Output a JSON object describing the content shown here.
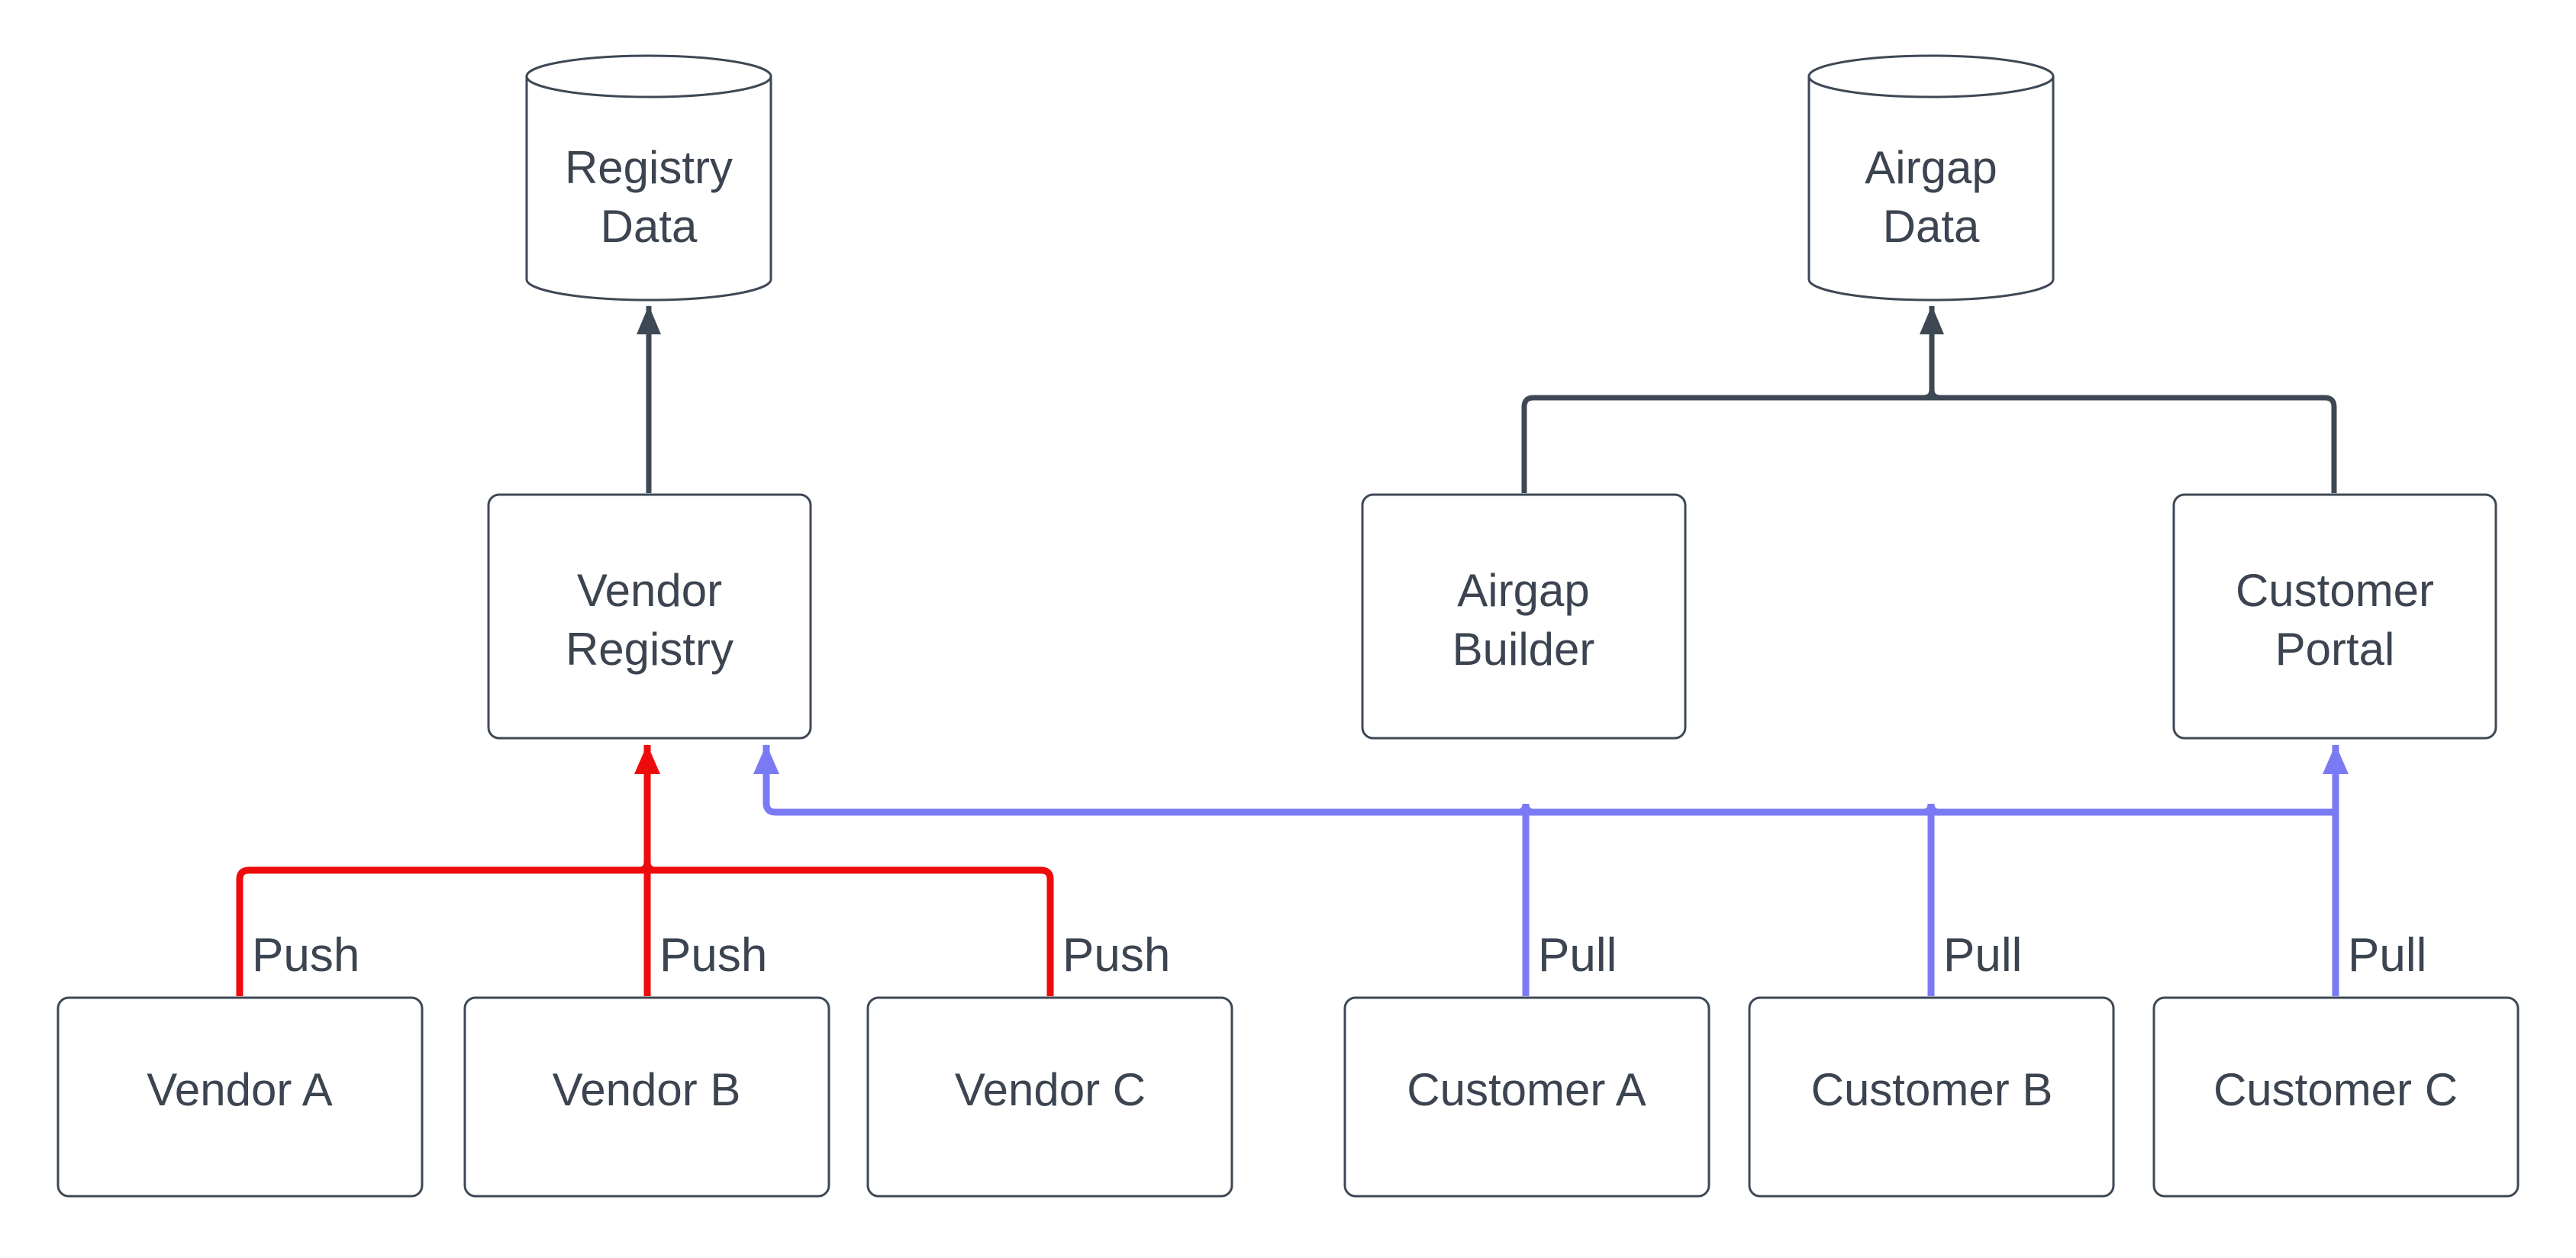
{
  "diagram": {
    "kind": "flowchart",
    "background": "#ffffff",
    "colors": {
      "node_border": "#3e4855",
      "text": "#3b4450",
      "dark_edge": "#3e4855",
      "push_edge": "#ee0b0b",
      "pull_edge": "#7b7af5"
    },
    "nodes": {
      "registry_data": {
        "shape": "cylinder",
        "line1": "Registry",
        "line2": "Data"
      },
      "airgap_data": {
        "shape": "cylinder",
        "line1": "Airgap",
        "line2": "Data"
      },
      "vendor_registry": {
        "shape": "rounded-rect",
        "line1": "Vendor",
        "line2": "Registry"
      },
      "airgap_builder": {
        "shape": "rounded-rect",
        "line1": "Airgap",
        "line2": "Builder"
      },
      "customer_portal": {
        "shape": "rounded-rect",
        "line1": "Customer",
        "line2": "Portal"
      },
      "vendor_a": {
        "shape": "rounded-rect",
        "label": "Vendor A"
      },
      "vendor_b": {
        "shape": "rounded-rect",
        "label": "Vendor B"
      },
      "vendor_c": {
        "shape": "rounded-rect",
        "label": "Vendor C"
      },
      "customer_a": {
        "shape": "rounded-rect",
        "label": "Customer A"
      },
      "customer_b": {
        "shape": "rounded-rect",
        "label": "Customer B"
      },
      "customer_c": {
        "shape": "rounded-rect",
        "label": "Customer C"
      }
    },
    "edge_labels": {
      "push_a": "Push",
      "push_b": "Push",
      "push_c": "Push",
      "pull_a": "Pull",
      "pull_b": "Pull",
      "pull_c": "Pull"
    },
    "edges": [
      {
        "from": "vendor_registry",
        "to": "registry_data",
        "style": "dark",
        "label": ""
      },
      {
        "from": "airgap_builder",
        "to": "airgap_data",
        "style": "dark",
        "label": ""
      },
      {
        "from": "customer_portal",
        "to": "airgap_data",
        "style": "dark",
        "label": ""
      },
      {
        "from": "vendor_a",
        "to": "vendor_registry",
        "style": "push",
        "label": "Push"
      },
      {
        "from": "vendor_b",
        "to": "vendor_registry",
        "style": "push",
        "label": "Push"
      },
      {
        "from": "vendor_c",
        "to": "vendor_registry",
        "style": "push",
        "label": "Push"
      },
      {
        "from": "customer_a",
        "to": "vendor_registry",
        "style": "pull",
        "label": "Pull"
      },
      {
        "from": "customer_b",
        "to": "vendor_registry",
        "style": "pull",
        "label": "Pull"
      },
      {
        "from": "customer_c",
        "to": "vendor_registry",
        "style": "pull",
        "label": "Pull"
      },
      {
        "from": "customer_c",
        "to": "customer_portal",
        "style": "pull",
        "label": "Pull"
      }
    ]
  }
}
